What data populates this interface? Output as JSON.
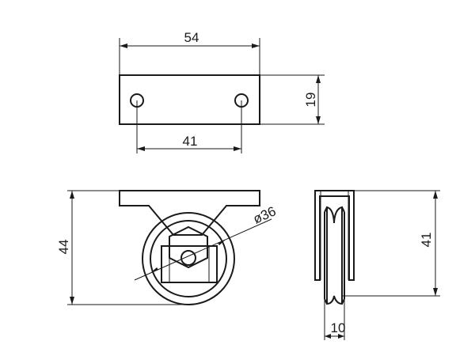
{
  "dimensions": {
    "top_width": "54",
    "top_height": "19",
    "hole_spacing": "41",
    "front_height": "44",
    "wheel_diameter": "ø36",
    "side_height": "41",
    "wheel_width": "10"
  }
}
